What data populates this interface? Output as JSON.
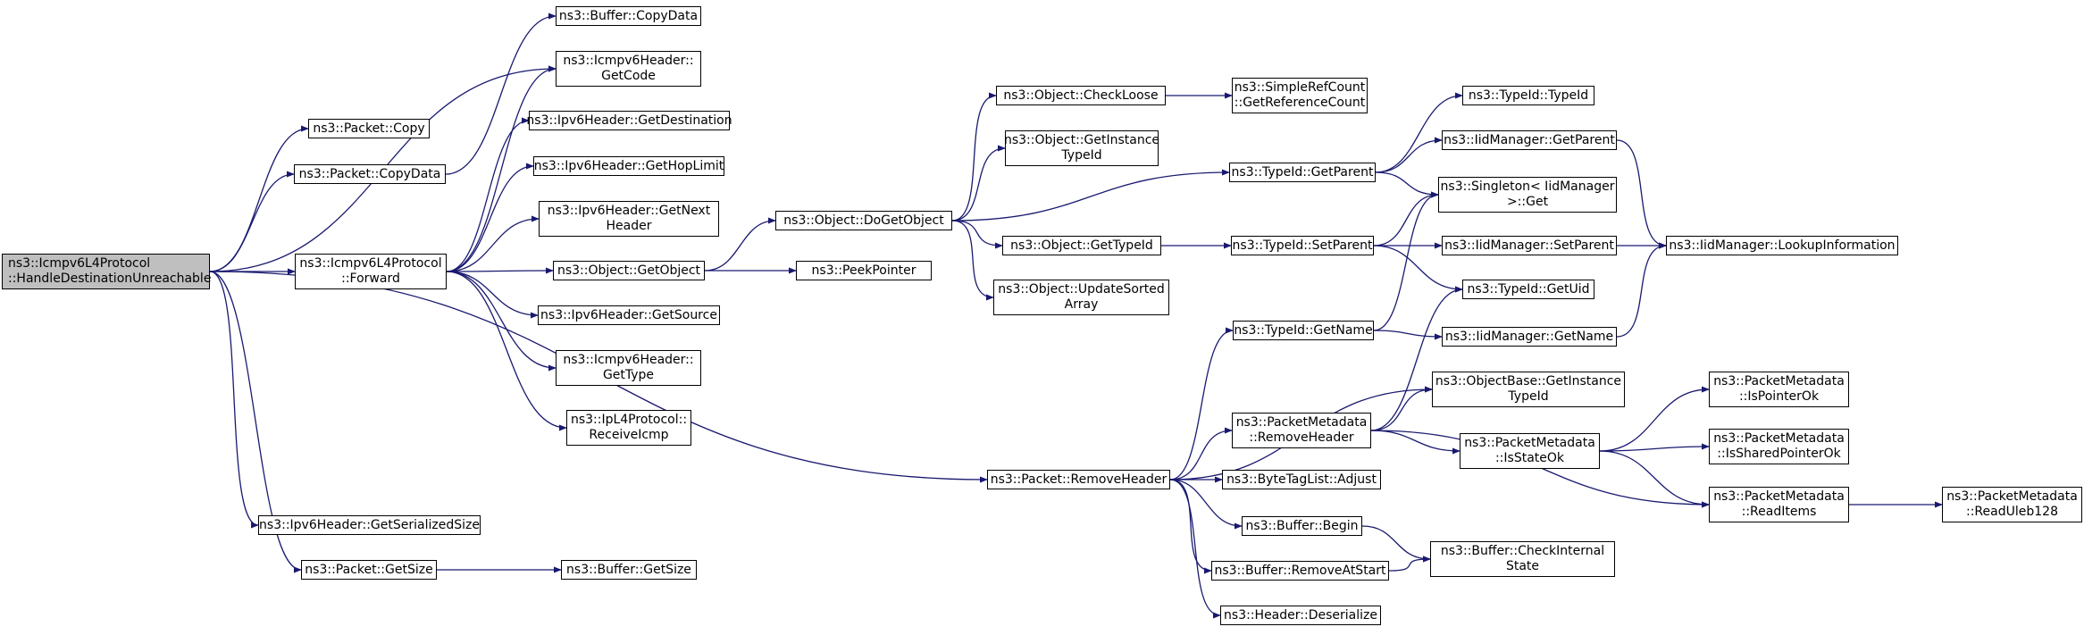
{
  "colors": {
    "edge": "#191970",
    "root_fill": "#bfbfbf",
    "node_fill": "#ffffff",
    "node_border": "#000000"
  },
  "nodes": {
    "root": [
      "ns3::Icmpv6L4Protocol",
      "::HandleDestinationUnreachable"
    ],
    "packet_copy": [
      "ns3::Packet::Copy"
    ],
    "packet_copydata": [
      "ns3::Packet::CopyData"
    ],
    "forward": [
      "ns3::Icmpv6L4Protocol",
      "::Forward"
    ],
    "ipv6_getserializedsize": [
      "ns3::Ipv6Header::GetSerializedSize"
    ],
    "packet_getsize": [
      "ns3::Packet::GetSize"
    ],
    "buffer_copydata": [
      "ns3::Buffer::CopyData"
    ],
    "icmpv6_getcode": [
      "ns3::Icmpv6Header::",
      "GetCode"
    ],
    "ipv6_getdestination": [
      "ns3::Ipv6Header::GetDestination"
    ],
    "ipv6_gethoplimit": [
      "ns3::Ipv6Header::GetHopLimit"
    ],
    "ipv6_getnextheader": [
      "ns3::Ipv6Header::GetNext",
      "Header"
    ],
    "object_getobject": [
      "ns3::Object::GetObject"
    ],
    "ipv6_getsource": [
      "ns3::Ipv6Header::GetSource"
    ],
    "icmpv6_gettype": [
      "ns3::Icmpv6Header::",
      "GetType"
    ],
    "ipl4_receiveicmp": [
      "ns3::IpL4Protocol::",
      "ReceiveIcmp"
    ],
    "buffer_getsize": [
      "ns3::Buffer::GetSize"
    ],
    "object_dogetobject": [
      "ns3::Object::DoGetObject"
    ],
    "peekpointer": [
      "ns3::PeekPointer"
    ],
    "object_checkloose": [
      "ns3::Object::CheckLoose"
    ],
    "object_getinstancetypeid": [
      "ns3::Object::GetInstance",
      "TypeId"
    ],
    "object_gettypeid": [
      "ns3::Object::GetTypeId"
    ],
    "object_updatesortedarray": [
      "ns3::Object::UpdateSorted",
      "Array"
    ],
    "packet_removeheader": [
      "ns3::Packet::RemoveHeader"
    ],
    "simplerefcount": [
      "ns3::SimpleRefCount",
      "::GetReferenceCount"
    ],
    "typeid_getparent": [
      "ns3::TypeId::GetParent"
    ],
    "typeid_setparent": [
      "ns3::TypeId::SetParent"
    ],
    "typeid_getname": [
      "ns3::TypeId::GetName"
    ],
    "pm_removeheader": [
      "ns3::PacketMetadata",
      "::RemoveHeader"
    ],
    "bytetaglist_adjust": [
      "ns3::ByteTagList::Adjust"
    ],
    "buffer_begin": [
      "ns3::Buffer::Begin"
    ],
    "buffer_removeatstart": [
      "ns3::Buffer::RemoveAtStart"
    ],
    "header_deserialize": [
      "ns3::Header::Deserialize"
    ],
    "typeid_typeid": [
      "ns3::TypeId::TypeId"
    ],
    "iid_getparent": [
      "ns3::IidManager::GetParent"
    ],
    "singleton_get": [
      "ns3::Singleton< IidManager",
      ">::Get"
    ],
    "iid_setparent": [
      "ns3::IidManager::SetParent"
    ],
    "typeid_getuid": [
      "ns3::TypeId::GetUid"
    ],
    "iid_getname": [
      "ns3::IidManager::GetName"
    ],
    "objectbase_getinstancetypeid": [
      "ns3::ObjectBase::GetInstance",
      "TypeId"
    ],
    "pm_isstateok": [
      "ns3::PacketMetadata",
      "::IsStateOk"
    ],
    "buffer_checkinternalstate": [
      "ns3::Buffer::CheckInternal",
      "State"
    ],
    "iid_lookupinformation": [
      "ns3::IidManager::LookupInformation"
    ],
    "pm_ispointerok": [
      "ns3::PacketMetadata",
      "::IsPointerOk"
    ],
    "pm_issharedpointerok": [
      "ns3::PacketMetadata",
      "::IsSharedPointerOk"
    ],
    "pm_readitems": [
      "ns3::PacketMetadata",
      "::ReadItems"
    ],
    "pm_readuleb128": [
      "ns3::PacketMetadata",
      "::ReadUleb128"
    ]
  },
  "edges": [
    [
      "root",
      "packet_copy"
    ],
    [
      "root",
      "packet_copydata"
    ],
    [
      "root",
      "icmpv6_getcode"
    ],
    [
      "root",
      "forward"
    ],
    [
      "root",
      "packet_removeheader"
    ],
    [
      "root",
      "ipv6_getserializedsize"
    ],
    [
      "root",
      "packet_getsize"
    ],
    [
      "packet_copydata",
      "buffer_copydata"
    ],
    [
      "forward",
      "icmpv6_getcode"
    ],
    [
      "forward",
      "ipv6_getdestination"
    ],
    [
      "forward",
      "ipv6_gethoplimit"
    ],
    [
      "forward",
      "ipv6_getnextheader"
    ],
    [
      "forward",
      "object_getobject"
    ],
    [
      "forward",
      "ipv6_getsource"
    ],
    [
      "forward",
      "icmpv6_gettype"
    ],
    [
      "forward",
      "ipl4_receiveicmp"
    ],
    [
      "packet_getsize",
      "buffer_getsize"
    ],
    [
      "object_getobject",
      "object_dogetobject"
    ],
    [
      "object_getobject",
      "peekpointer"
    ],
    [
      "object_dogetobject",
      "object_checkloose"
    ],
    [
      "object_dogetobject",
      "object_getinstancetypeid"
    ],
    [
      "object_dogetobject",
      "typeid_getparent"
    ],
    [
      "object_dogetobject",
      "object_gettypeid"
    ],
    [
      "object_dogetobject",
      "object_updatesortedarray"
    ],
    [
      "object_checkloose",
      "simplerefcount"
    ],
    [
      "object_gettypeid",
      "typeid_setparent"
    ],
    [
      "typeid_getparent",
      "typeid_typeid"
    ],
    [
      "typeid_getparent",
      "iid_getparent"
    ],
    [
      "typeid_getparent",
      "singleton_get"
    ],
    [
      "typeid_setparent",
      "singleton_get"
    ],
    [
      "typeid_setparent",
      "iid_setparent"
    ],
    [
      "typeid_setparent",
      "typeid_getuid"
    ],
    [
      "iid_getparent",
      "iid_lookupinformation"
    ],
    [
      "iid_setparent",
      "iid_lookupinformation"
    ],
    [
      "iid_getname",
      "iid_lookupinformation"
    ],
    [
      "packet_removeheader",
      "typeid_getname"
    ],
    [
      "packet_removeheader",
      "objectbase_getinstancetypeid"
    ],
    [
      "packet_removeheader",
      "pm_removeheader"
    ],
    [
      "packet_removeheader",
      "bytetaglist_adjust"
    ],
    [
      "packet_removeheader",
      "buffer_begin"
    ],
    [
      "packet_removeheader",
      "buffer_removeatstart"
    ],
    [
      "packet_removeheader",
      "header_deserialize"
    ],
    [
      "typeid_getname",
      "singleton_get"
    ],
    [
      "typeid_getname",
      "iid_getname"
    ],
    [
      "pm_removeheader",
      "typeid_getuid"
    ],
    [
      "pm_removeheader",
      "objectbase_getinstancetypeid"
    ],
    [
      "pm_removeheader",
      "pm_isstateok"
    ],
    [
      "pm_removeheader",
      "pm_readitems"
    ],
    [
      "pm_isstateok",
      "pm_ispointerok"
    ],
    [
      "pm_isstateok",
      "pm_issharedpointerok"
    ],
    [
      "pm_isstateok",
      "pm_readitems"
    ],
    [
      "pm_readitems",
      "pm_readuleb128"
    ],
    [
      "buffer_begin",
      "buffer_checkinternalstate"
    ],
    [
      "buffer_removeatstart",
      "buffer_checkinternalstate"
    ]
  ]
}
